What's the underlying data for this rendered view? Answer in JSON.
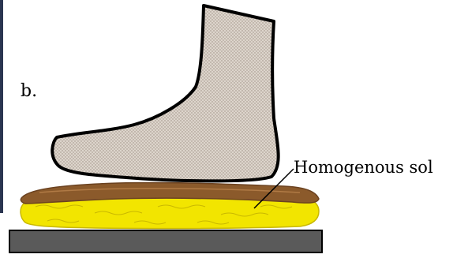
{
  "figure": {
    "panel_label": "b.",
    "callout_label": "Homogenous sol"
  },
  "colors": {
    "foot_fill": "#ddd5cc",
    "foot_dots": "#9a8c80",
    "foot_outline": "#000000",
    "sole_layer": "#8b5a2b",
    "sole_layer_light": "#b07a45",
    "foam_fill": "#f2e500",
    "foam_outline": "#c9b800",
    "base_plate": "#5a5a5a",
    "left_edge_strip": "#2a3550"
  },
  "components": {
    "foot": "foot-shape",
    "homogenous_sole": "brown-sole-layer",
    "cushion": "yellow-foam-layer",
    "ground": "grey-base-plate"
  }
}
